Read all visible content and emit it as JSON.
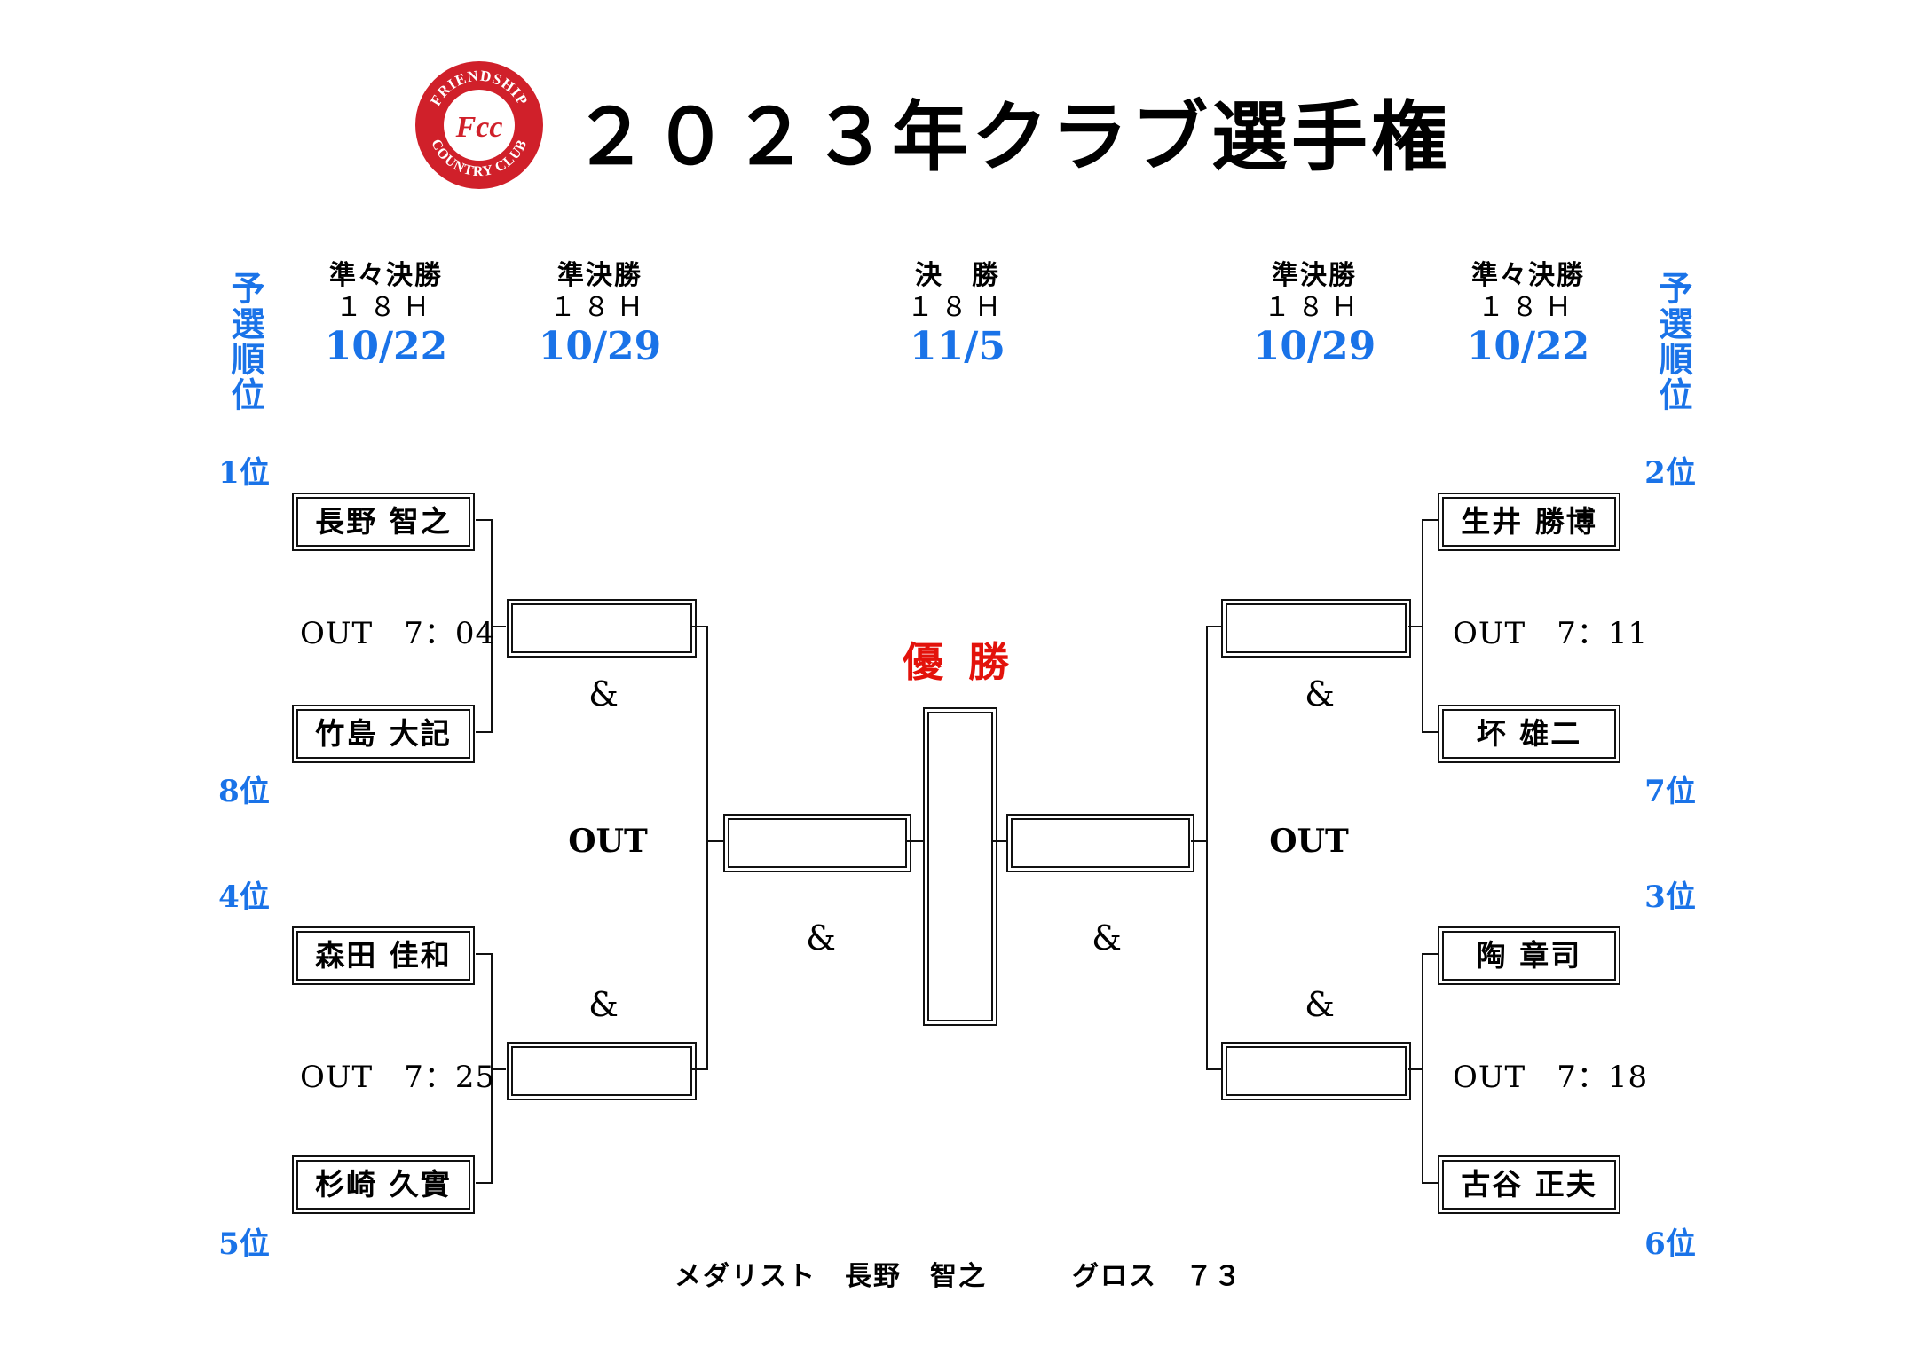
{
  "title": "２０２３年クラブ選手権",
  "logo": {
    "text_top": "FRIENDSHIP",
    "text_bottom": "COUNTRY CLUB",
    "monogram": "Fcc",
    "color": "#d0202a"
  },
  "side_label": "予選順位",
  "rounds": {
    "left_qf": {
      "name": "準々決勝",
      "holes": "１８Ｈ",
      "date": "10/22"
    },
    "left_sf": {
      "name": "準決勝",
      "holes": "１８Ｈ",
      "date": "10/29"
    },
    "final": {
      "name": "決　勝",
      "holes": "１８Ｈ",
      "date": "11/5"
    },
    "right_sf": {
      "name": "準決勝",
      "holes": "１８Ｈ",
      "date": "10/29"
    },
    "right_qf": {
      "name": "準々決勝",
      "holes": "１８Ｈ",
      "date": "10/22"
    }
  },
  "left": {
    "ranks": [
      "1位",
      "8位",
      "4位",
      "5位"
    ],
    "players": [
      "長野 智之",
      "竹島 大記",
      "森田 佳和",
      "杉崎 久實"
    ],
    "tee_times": [
      "OUT　7：04",
      "OUT　7：25"
    ]
  },
  "right": {
    "ranks": [
      "2位",
      "7位",
      "3位",
      "6位"
    ],
    "players": [
      "生井 勝博",
      "坏 雄二",
      "陶 章司",
      "古谷 正夫"
    ],
    "tee_times": [
      "OUT　7：11",
      "OUT　7：18"
    ]
  },
  "amp": "&",
  "out_label": "OUT",
  "champion_label": "優 勝",
  "footer": "メダリスト　長野　智之　　　グロス　７３",
  "colors": {
    "accent_blue": "#1a73e8",
    "champion_red": "#e3120b"
  }
}
